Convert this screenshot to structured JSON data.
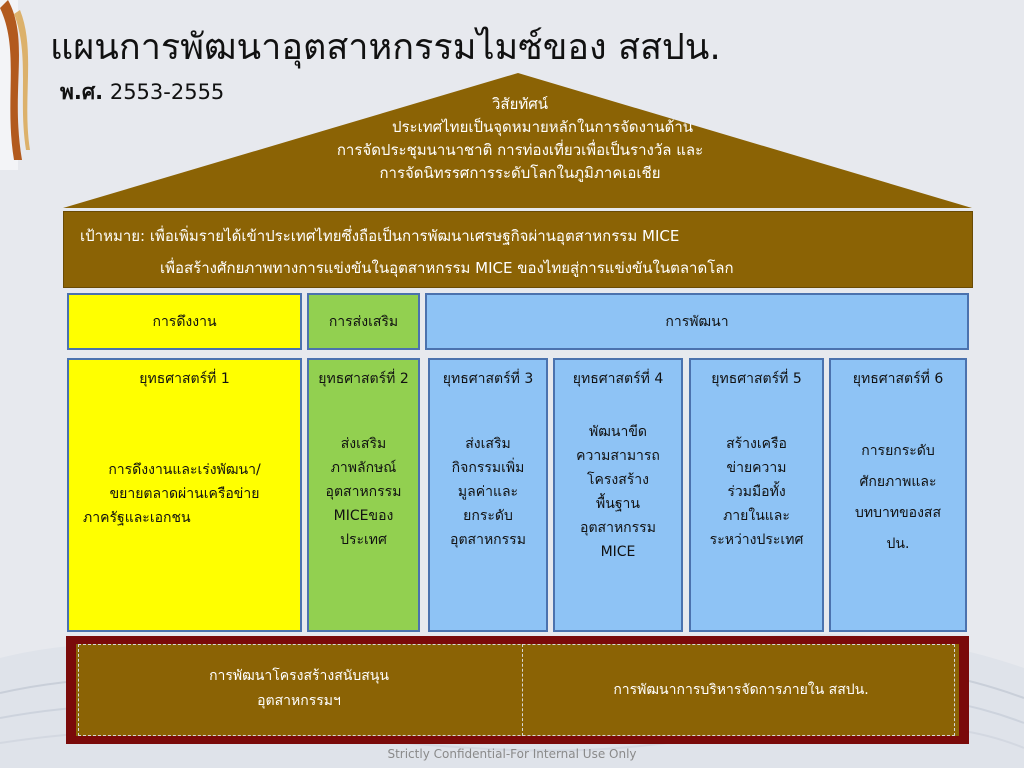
{
  "title": "แผนการพัฒนาอุตสาหกรรมไมซ์ของ สสปน.",
  "subtitle": {
    "era": "พ.ศ.",
    "years": "2553-2555"
  },
  "vision": {
    "heading": "วิสัยทัศน์",
    "lines": [
      "ประเทศไทยเป็นจุดหมายหลักในการจัดงานด้าน",
      "การจัดประชุมนานาชาติ การท่องเที่ยวเพื่อเป็นรางวัล และ",
      "การจัดนิทรรศการระดับโลกในภูมิภาคเอเชีย"
    ]
  },
  "goal": {
    "line1": "เป้าหมาย: เพื่อเพิ่มรายได้เข้าประเทศไทยซึ่งถือเป็นการพัฒนาเศรษฐกิจผ่านอุตสาหกรรม MICE",
    "line2": "เพื่อสร้างศักยภาพทางการแข่งขันในอุตสาหกรรม MICE ของไทยสู่การแข่งขันในตลาดโลก"
  },
  "categories": {
    "pull": "การดึงงาน",
    "promote": "การส่งเสริม",
    "develop": "การพัฒนา"
  },
  "strategies": [
    {
      "title": "ยุทธศาสตร์ที่ 1",
      "lines": [
        "การดึงงานและเร่งพัฒนา/",
        "ขยายตลาดผ่านเครือข่าย",
        "ภาครัฐและเอกชน"
      ]
    },
    {
      "title": "ยุทธศาสตร์ที่ 2",
      "lines": [
        "ส่งเสริม",
        "ภาพลักษณ์",
        "อุตสาหกรรม",
        "MICEของ",
        "ประเทศ"
      ]
    },
    {
      "title": "ยุทธศาสตร์ที่ 3",
      "lines": [
        "ส่งเสริม",
        "กิจกรรมเพิ่ม",
        "มูลค่าและ",
        "ยกระดับ",
        "อุตสาหกรรม"
      ]
    },
    {
      "title": "ยุทธศาสตร์ที่ 4",
      "lines": [
        "พัฒนาขีด",
        "ความสามารถ",
        "โครงสร้าง",
        "พื้นฐาน",
        "อุตสาหกรรม",
        "MICE"
      ]
    },
    {
      "title": "ยุทธศาสตร์ที่ 5",
      "lines": [
        "สร้างเครือ",
        "ข่ายความ",
        "ร่วมมือทั้ง",
        "ภายในและ",
        "ระหว่างประเทศ"
      ]
    },
    {
      "title": "ยุทธศาสตร์ที่ 6",
      "lines": [
        "การยกระดับ",
        "ศักยภาพและ",
        "บทบาทของสส",
        "ปน."
      ]
    }
  ],
  "foundation": {
    "left_lines": [
      "การพัฒนาโครงสร้างสนับสนุน",
      "อุตสาหกรรมฯ"
    ],
    "right": "การพัฒนาการบริหารจัดการภายใน สสปน."
  },
  "footer": "Strictly Confidential-For Internal Use Only",
  "colors": {
    "brown": "#8b6305",
    "yellow": "#ffff00",
    "green": "#92d050",
    "blue": "#8ec3f5",
    "maroon": "#7a0a0a"
  }
}
